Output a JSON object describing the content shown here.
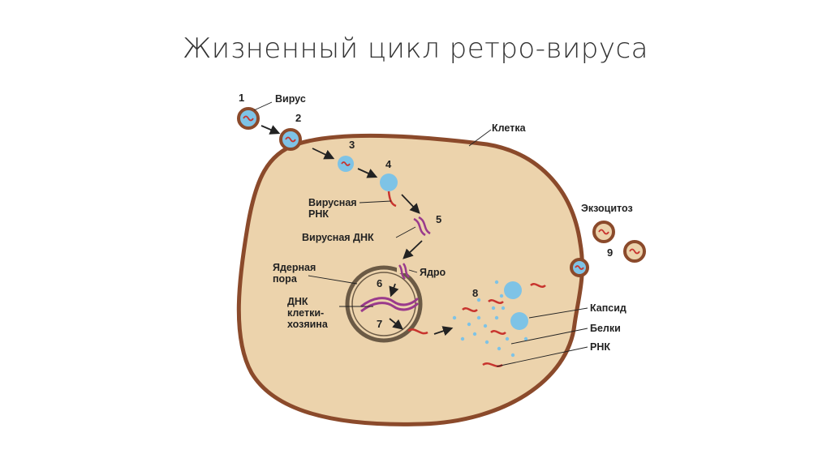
{
  "slide": {
    "title": "Жизненный цикл ретро-вируса"
  },
  "labels": {
    "virus": "Вирус",
    "cell": "Клетка",
    "viral_rna_1": "Вирусная",
    "viral_rna_2": "РНК",
    "viral_dna": "Вирусная ДНК",
    "nuclear_pore_1": "Ядерная",
    "nuclear_pore_2": "пора",
    "nucleus": "Ядро",
    "host_dna_1": "ДНК",
    "host_dna_2": "клетки-",
    "host_dna_3": "хозяина",
    "exocytosis": "Экзоцитоз",
    "capsid": "Капсид",
    "proteins": "Белки",
    "rna": "РНК"
  },
  "steps": [
    "1",
    "2",
    "3",
    "4",
    "5",
    "6",
    "7",
    "8",
    "9"
  ],
  "colors": {
    "cell_fill": "#ecd3ac",
    "cell_border": "#8b4a2b",
    "capsid": "#7ec3e6",
    "rna": "#c8342e",
    "dna": "#9a3a8c",
    "nucleus": "#6b5a45"
  }
}
